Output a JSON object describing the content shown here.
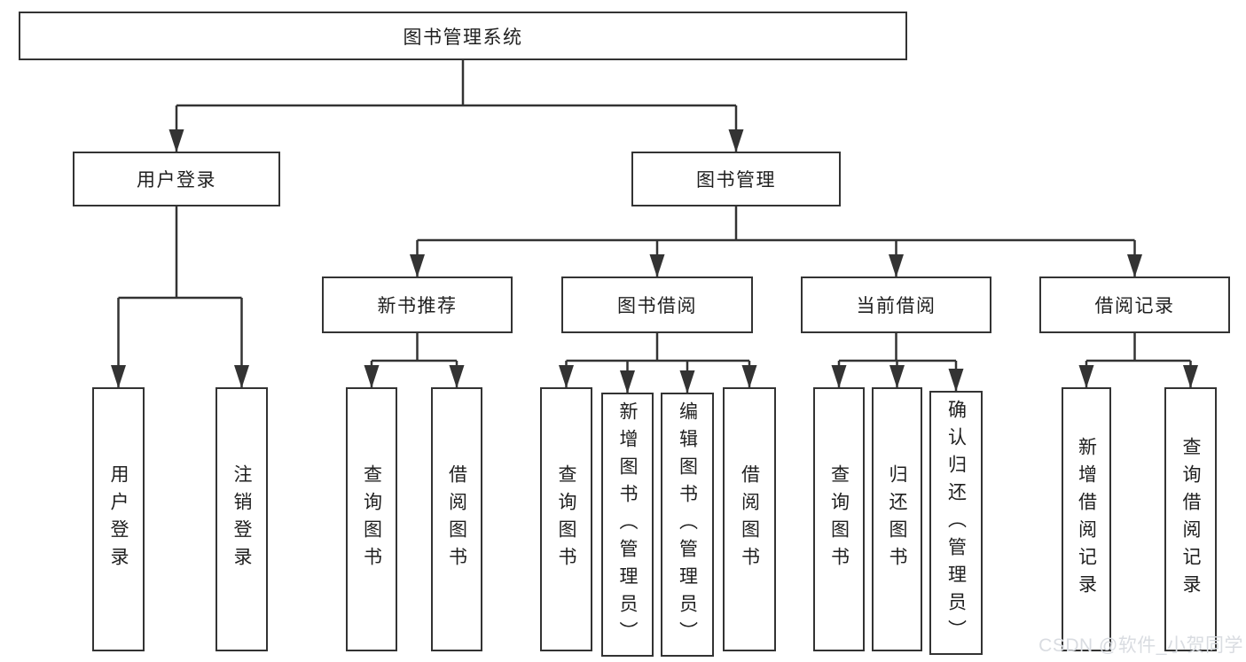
{
  "diagram": {
    "nodes": {
      "root": "图书管理系统",
      "user_login": "用户登录",
      "book_mgmt": "图书管理",
      "new_book_rec": "新书推荐",
      "book_borrow": "图书借阅",
      "current_borrow": "当前借阅",
      "borrow_record": "借阅记录",
      "leaf_user_login": "用户登录",
      "leaf_logout": "注销登录",
      "nbr_query_book": "查询图书",
      "nbr_borrow_book": "借阅图书",
      "bb_query_book": "查询图书",
      "bb_add_book": "新增图书（管理员）",
      "bb_edit_book": "编辑图书（管理员）",
      "bb_borrow_book": "借阅图书",
      "cb_query_book": "查询图书",
      "cb_return_book": "归还图书",
      "cb_confirm_return": "确认归还（管理员）",
      "br_add_record": "新增借阅记录",
      "br_query_record": "查询借阅记录"
    },
    "colors": {
      "line": "#333333",
      "text": "#1f1f1f",
      "background": "#ffffff"
    }
  },
  "watermark": {
    "text": "CSDN @软件_小贺同学",
    "color": "#d9dce1"
  }
}
